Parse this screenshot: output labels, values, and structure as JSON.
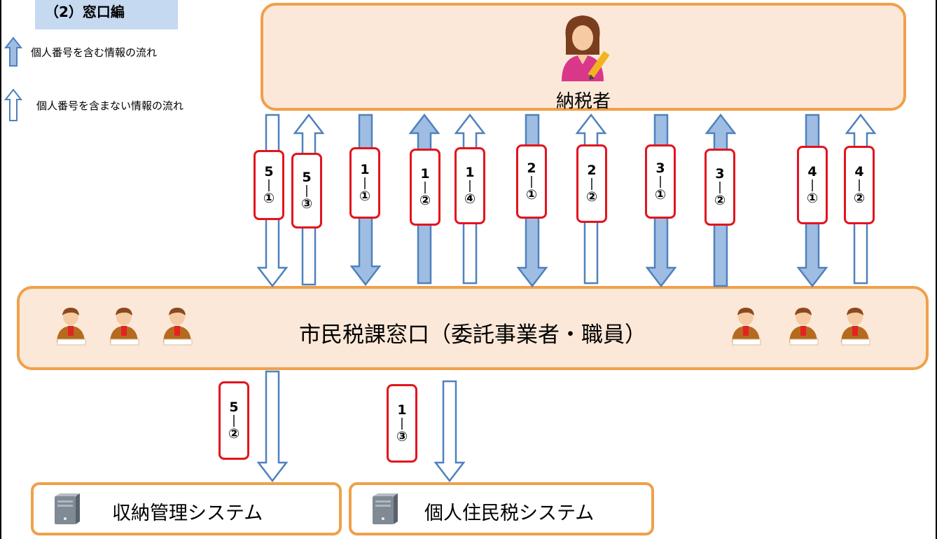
{
  "title": "（2）窓口編",
  "legend": {
    "filled": "個人番号を含む情報の流れ",
    "outline": "個人番号を含まない情報の流れ"
  },
  "taxpayer": {
    "label": "納税者"
  },
  "window": {
    "label": "市民税課窓口（委託事業者・職員）"
  },
  "systems": {
    "collection": "収納管理システム",
    "resident_tax": "個人住民税システム"
  },
  "flows": [
    {
      "num": "5",
      "sep": "|",
      "circle": "①",
      "filled": false,
      "direction": "down"
    },
    {
      "num": "5",
      "sep": "|",
      "circle": "③",
      "filled": false,
      "direction": "up"
    },
    {
      "num": "1",
      "sep": "|",
      "circle": "①",
      "filled": true,
      "direction": "down"
    },
    {
      "num": "1",
      "sep": "|",
      "circle": "②",
      "filled": true,
      "direction": "up"
    },
    {
      "num": "1",
      "sep": "|",
      "circle": "④",
      "filled": false,
      "direction": "up"
    },
    {
      "num": "2",
      "sep": "|",
      "circle": "①",
      "filled": true,
      "direction": "down"
    },
    {
      "num": "2",
      "sep": "|",
      "circle": "②",
      "filled": false,
      "direction": "up"
    },
    {
      "num": "3",
      "sep": "|",
      "circle": "①",
      "filled": true,
      "direction": "down"
    },
    {
      "num": "3",
      "sep": "|",
      "circle": "②",
      "filled": true,
      "direction": "up"
    },
    {
      "num": "4",
      "sep": "|",
      "circle": "①",
      "filled": true,
      "direction": "down"
    },
    {
      "num": "4",
      "sep": "|",
      "circle": "②",
      "filled": false,
      "direction": "up"
    },
    {
      "num": "5",
      "sep": "|",
      "circle": "②",
      "filled": false,
      "direction": "down"
    },
    {
      "num": "1",
      "sep": "|",
      "circle": "③",
      "filled": false,
      "direction": "down"
    }
  ],
  "colors": {
    "arrow_fill": "#9fbde2",
    "arrow_stroke": "#4f81bd",
    "tag_border": "#e3141e",
    "box_fill": "#fce8d8",
    "box_border": "#f0a04a"
  }
}
